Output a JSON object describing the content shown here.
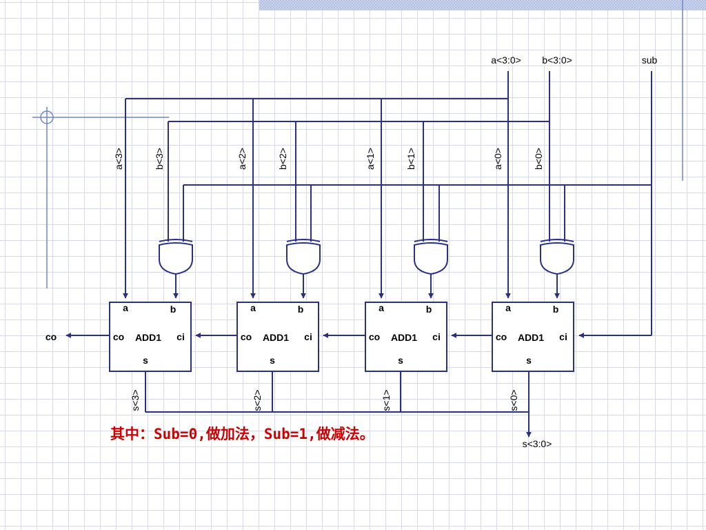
{
  "inputs": {
    "a_bus": "a<3:0>",
    "b_bus": "b<3:0>",
    "sub": "sub"
  },
  "output": {
    "s_bus": "s<3:0>",
    "carry_out": "co"
  },
  "adders": [
    {
      "name": "ADD1",
      "port_a": "a",
      "port_b": "b",
      "port_co": "co",
      "port_ci": "ci",
      "port_s": "s",
      "a_tap": "a<3>",
      "b_tap": "b<3>",
      "s_tap": "s<3>"
    },
    {
      "name": "ADD1",
      "port_a": "a",
      "port_b": "b",
      "port_co": "co",
      "port_ci": "ci",
      "port_s": "s",
      "a_tap": "a<2>",
      "b_tap": "b<2>",
      "s_tap": "s<2>"
    },
    {
      "name": "ADD1",
      "port_a": "a",
      "port_b": "b",
      "port_co": "co",
      "port_ci": "ci",
      "port_s": "s",
      "a_tap": "a<1>",
      "b_tap": "b<1>",
      "s_tap": "s<1>"
    },
    {
      "name": "ADD1",
      "port_a": "a",
      "port_b": "b",
      "port_co": "co",
      "port_ci": "ci",
      "port_s": "s",
      "a_tap": "a<0>",
      "b_tap": "b<0>",
      "s_tap": "s<0>"
    }
  ],
  "note": "其中：Sub=0,做加法，Sub=1,做减法。",
  "colors": {
    "wire": "#2a3080",
    "note": "#cc0000",
    "frame": "#6f86c6",
    "grid": "#d4d9ec",
    "band": "#c9d4ec"
  }
}
